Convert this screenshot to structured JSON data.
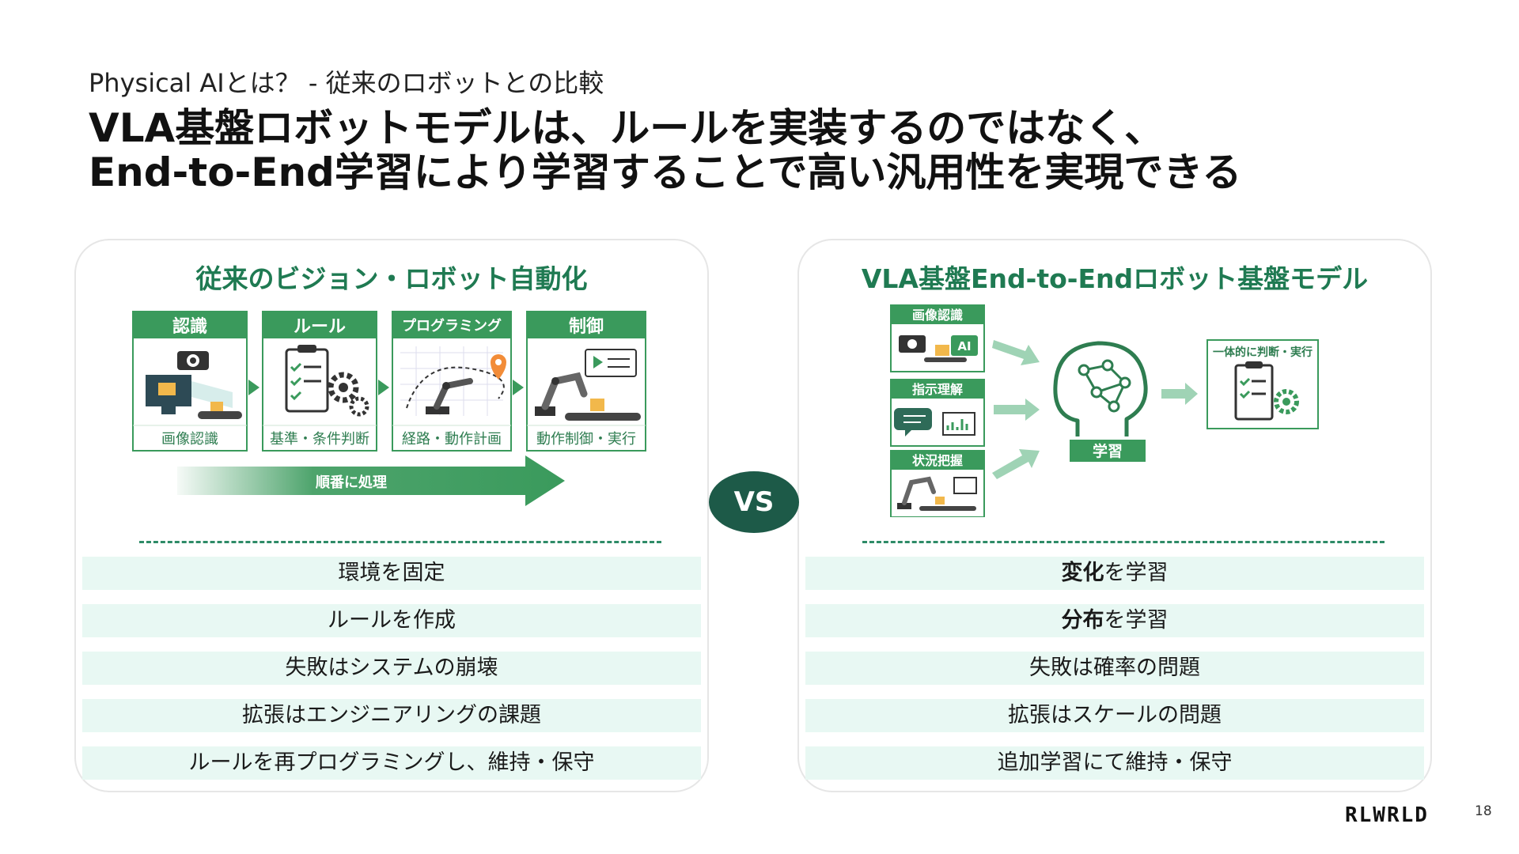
{
  "slide": {
    "subtitle": "Physical AIとは？ - 従来のロボットとの比較",
    "headline_line1": "VLA基盤ロボットモデルは、ルールを実装するのではなく、",
    "headline_line2": "End-to-End学習により学習することで高い汎用性を実現できる",
    "vs_label": "VS",
    "logo_text": "RLWRLD",
    "page_number": "18"
  },
  "left_panel": {
    "title": "従来のビジョン・ロボット自動化",
    "steps": [
      {
        "header": "認識",
        "caption": "画像認識",
        "icon": "camera-conveyor-icon"
      },
      {
        "header": "ルール",
        "caption": "基準・条件判断",
        "icon": "checklist-gear-icon"
      },
      {
        "header": "プログラミング",
        "caption": "経路・動作計画",
        "icon": "robot-path-icon"
      },
      {
        "header": "制御",
        "caption": "動作制御・実行",
        "icon": "robot-arm-icon"
      }
    ],
    "flow_label": "順番に処理",
    "rows": [
      {
        "text": "環境を固定"
      },
      {
        "text": "ルールを作成"
      },
      {
        "text": "失敗はシステムの崩壊"
      },
      {
        "text": "拡張はエンジニアリングの課題"
      },
      {
        "text": "ルールを再プログラミングし、維持・保守"
      }
    ]
  },
  "right_panel": {
    "title": "VLA基盤End-to-Endロボット基盤モデル",
    "inputs": [
      {
        "header": "画像認識",
        "icon": "camera-ai-icon",
        "badge": "AI"
      },
      {
        "header": "指示理解",
        "icon": "chat-chart-icon"
      },
      {
        "header": "状況把握",
        "icon": "robot-arm-icon"
      }
    ],
    "brain_label": "学習",
    "output_header": "一体的に判断・実行",
    "rows": [
      {
        "bold": "変化",
        "text": "を学習"
      },
      {
        "bold": "分布",
        "text": "を学習"
      },
      {
        "bold": "",
        "text": "失敗は確率の問題"
      },
      {
        "bold": "",
        "text": "拡張はスケールの問題"
      },
      {
        "bold": "",
        "text": "追加学習にて維持・保守"
      }
    ]
  },
  "colors": {
    "brand_green": "#1f7a52",
    "box_green": "#3a9a5c",
    "row_bg": "#e8f8f3",
    "vs_bg": "#1d5a48"
  }
}
